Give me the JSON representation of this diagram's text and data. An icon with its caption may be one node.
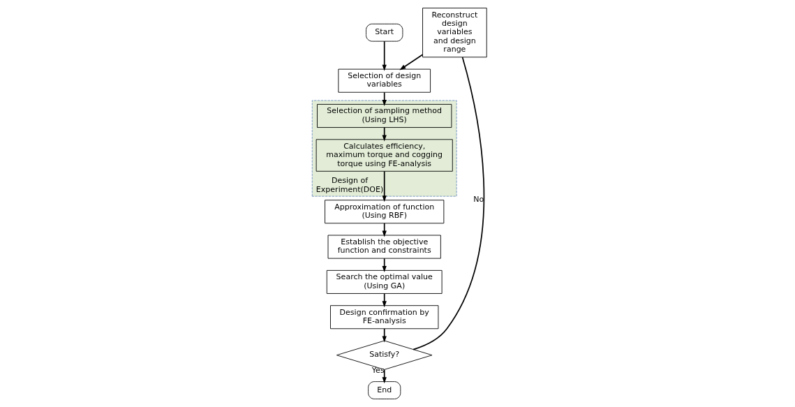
{
  "diagram": {
    "nodes": [
      {
        "text": [
          "Start"
        ]
      },
      {
        "text": [
          "Selection of design variables"
        ]
      },
      {
        "text": [
          "Design of Experiment(DOE)"
        ]
      },
      {
        "text": [
          "Selection of sampling method (Using LHS)"
        ],
        "in": 2
      },
      {
        "text": [
          "Calculates efficiency, maximum torque and cogging torque using FE-analysis"
        ],
        "in": 2
      },
      {
        "text": [
          "Approximation of function (Using RBF)"
        ]
      },
      {
        "text": [
          "Reconstruct design variables and design range"
        ]
      },
      {
        "text": [
          "Establish the objective function and constraints"
        ]
      },
      {
        "text": [
          "Search the optimal value (Using GA)"
        ]
      },
      {
        "text": [
          "Design confirmation by FE-analysis"
        ]
      },
      {
        "text": [
          "Satisfy?"
        ]
      },
      {
        "text": [
          "End"
        ]
      }
    ],
    "edges": [
      {
        "from": 0,
        "to": 1,
        "arrow": "to"
      },
      {
        "from": 1,
        "to": 3,
        "arrow": "to"
      },
      {
        "from": 3,
        "to": 4,
        "arrow": "to"
      },
      {
        "from": 4,
        "to": 5,
        "arrow": "to"
      },
      {
        "from": 5,
        "to": 7,
        "arrow": "to"
      },
      {
        "from": 7,
        "to": 8,
        "arrow": "to"
      },
      {
        "from": 8,
        "to": 9,
        "arrow": "to"
      },
      {
        "from": 9,
        "to": 10,
        "arrow": "to"
      },
      {
        "from": 10,
        "to": 11,
        "label": "Yes",
        "arrow": "to"
      },
      {
        "from": 10,
        "to": 6,
        "label": "No",
        "arrow": "none"
      },
      {
        "from": 6,
        "to": 1,
        "arrow": "to"
      }
    ]
  }
}
